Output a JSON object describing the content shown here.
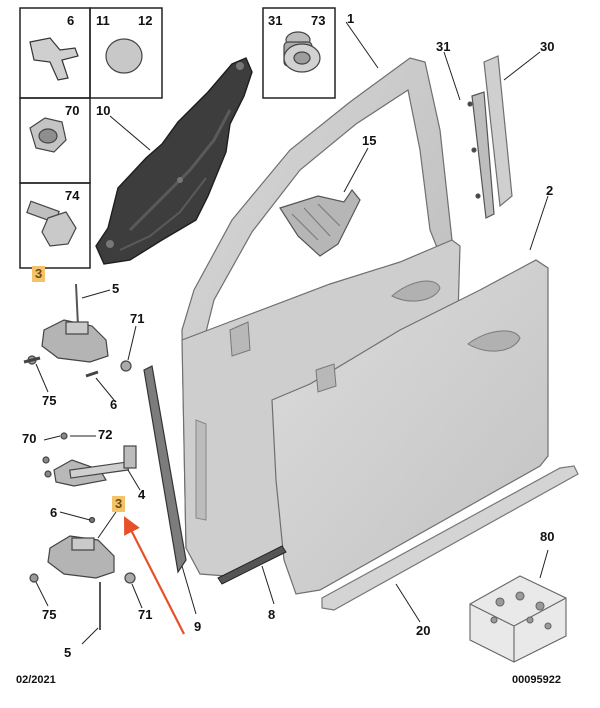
{
  "callouts": {
    "c6_top": "6",
    "c11": "11",
    "c12": "12",
    "c31_box": "31",
    "c73": "73",
    "c70_box": "70",
    "c74": "74",
    "c10": "10",
    "c1": "1",
    "c31": "31",
    "c30": "30",
    "c15": "15",
    "c2": "2",
    "c3_upper": "3",
    "c5_upper": "5",
    "c71_upper": "71",
    "c75_upper": "75",
    "c6_mid": "6",
    "c70_mid": "70",
    "c72": "72",
    "c4": "4",
    "c3_lower": "3",
    "c6_low": "6",
    "c75_lower": "75",
    "c71_lower": "71",
    "c5_lower": "5",
    "c9": "9",
    "c8": "8",
    "c20": "20",
    "c80": "80"
  },
  "footer": {
    "date": "02/2021",
    "ref": "00095922"
  },
  "colors": {
    "door": "#c9c9c9",
    "door_dark": "#a8a8a8",
    "part_dark": "#3d3d3d",
    "highlight": "#f3c36a",
    "arrow": "#e8502a"
  }
}
